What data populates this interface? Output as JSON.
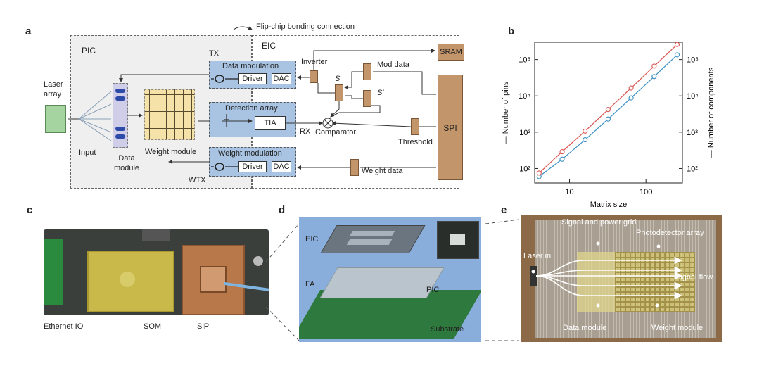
{
  "panel_labels": {
    "a": "a",
    "b": "b",
    "c": "c",
    "d": "d",
    "e": "e"
  },
  "panel_a": {
    "pic": "PIC",
    "eic": "EIC",
    "flip_chip": "Flip-chip bonding connection",
    "tx": "TX",
    "rx": "RX",
    "wtx": "WTX",
    "laser_array": "Laser array",
    "input": "Input",
    "data_module": "Data module",
    "weight_module": "Weight module",
    "data_modulation": "Data modulation",
    "detection_array": "Detection array",
    "weight_modulation": "Weight modulation",
    "driver": "Driver",
    "dac": "DAC",
    "tia": "TIA",
    "inverter": "Inverter",
    "sram": "SRAM",
    "mod_data": "Mod data",
    "s": "S",
    "s_prime": "S′",
    "comparator": "Comparator",
    "threshold": "Threshold",
    "spi": "SPI",
    "weight_data": "Weight data"
  },
  "chart_data": {
    "type": "line",
    "xscale": "log",
    "yscale": "log",
    "xlabel": "Matrix size",
    "ylabel_left": "Number of pins",
    "ylabel_right": "Number of components",
    "xlim": [
      3.5,
      300
    ],
    "ylim": [
      40,
      300000
    ],
    "x_ticks": [
      "10",
      "100"
    ],
    "y_ticks": [
      "10²",
      "10³",
      "10⁴",
      "10⁵"
    ],
    "x": [
      4,
      8,
      16,
      32,
      64,
      128,
      256
    ],
    "series": [
      {
        "name": "Number of pins",
        "color": "#3b8fc4",
        "values": [
          60,
          180,
          620,
          2300,
          8800,
          34000,
          135000
        ]
      },
      {
        "name": "Number of components",
        "color": "#d9534f",
        "values": [
          75,
          290,
          1070,
          4200,
          16500,
          66000,
          260000
        ]
      }
    ]
  },
  "panel_c": {
    "ethernet": "Ethernet IO",
    "som": "SOM",
    "sip": "SiP"
  },
  "panel_d": {
    "eic": "EIC",
    "fa": "FA",
    "pic": "PIC",
    "substrate": "Substrate"
  },
  "panel_e": {
    "signal_power": "Signal and power grid",
    "photodetector": "Photodetector array",
    "laser_in": "Laser in",
    "signal_flow": "Signal flow",
    "data_module": "Data module",
    "weight_module": "Weight module"
  }
}
